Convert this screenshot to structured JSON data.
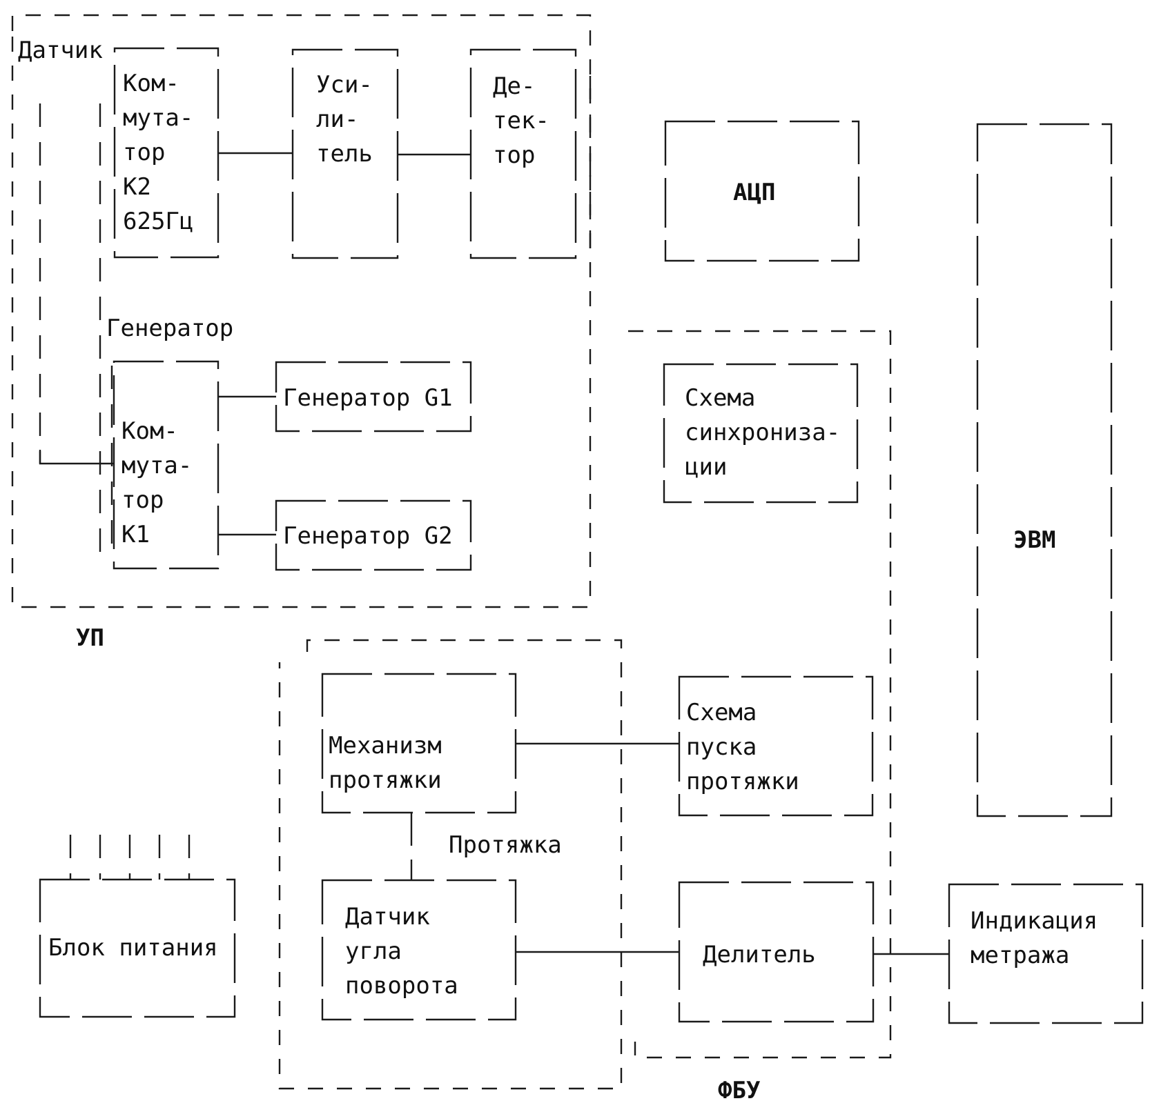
{
  "groups": {
    "sensor": "Датчик",
    "generator": "Генератор",
    "up": "УП",
    "draw": "Протяжка",
    "fbu": "ФБУ"
  },
  "blocks": {
    "k2": [
      "Ком-",
      "мута-",
      "тор",
      "К2",
      "625Гц"
    ],
    "amplifier": [
      "Уси-",
      "ли-",
      "тель"
    ],
    "detector": [
      "Де-",
      "тек-",
      "тор"
    ],
    "adc": [
      "АЦП"
    ],
    "computer": [
      "ЭВМ"
    ],
    "k1": [
      "Ком-",
      "мута-",
      "тор",
      "К1"
    ],
    "g1": [
      "Генератор G1"
    ],
    "g2": [
      "Генератор G2"
    ],
    "sync": [
      "Схема",
      "синхрониза-",
      "ции"
    ],
    "mechanism": [
      "Механизм",
      "протяжки"
    ],
    "start": [
      "Схема",
      "пуска",
      "протяжки"
    ],
    "angle": [
      "Датчик",
      "угла",
      "поворота"
    ],
    "divider": [
      "Делитель"
    ],
    "power": [
      "Блок питания"
    ],
    "meter": [
      "Индикация",
      "метража"
    ]
  }
}
